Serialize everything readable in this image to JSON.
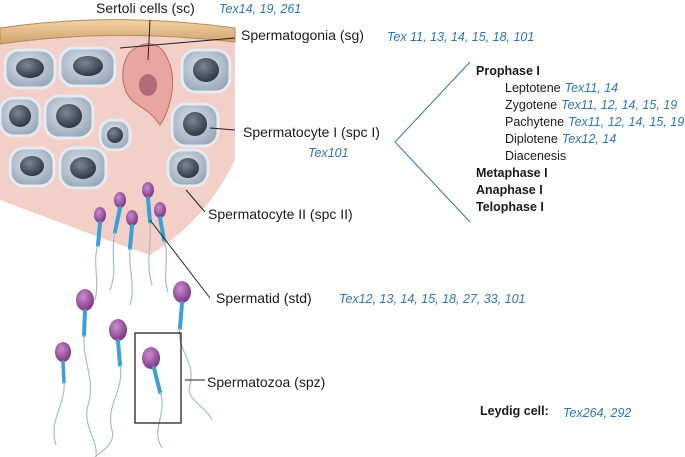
{
  "labels": {
    "sertoli": {
      "name": "Sertoli cells (sc)",
      "genes": "Tex14, 19, 261"
    },
    "spermatogonia": {
      "name": "Spermatogonia (sg)",
      "genes": "Tex 11,  13, 14, 15, 18, 101"
    },
    "spermatocyte1": {
      "name": "Spermatocyte I (spc I)",
      "genes": "Tex101"
    },
    "spermatocyte2": {
      "name": "Spermatocyte II (spc II)"
    },
    "spermatid": {
      "name": "Spermatid (std)",
      "genes": "Tex12, 13, 14, 15, 18, 27, 33, 101"
    },
    "spermatozoa": {
      "name": "Spermatozoa (spz)"
    },
    "leydig": {
      "name": "Leydig cell:",
      "genes": "Tex264, 292"
    }
  },
  "meiosis": {
    "prophase": "Prophase I",
    "substages": [
      {
        "name": "Leptotene",
        "genes": "Tex11, 14"
      },
      {
        "name": "Zygotene",
        "genes": "Tex11, 12, 14, 15, 19"
      },
      {
        "name": "Pachytene",
        "genes": "Tex11, 12, 14,  15, 19"
      },
      {
        "name": "Diplotene",
        "genes": "Tex12, 14"
      },
      {
        "name": "Diacenesis",
        "genes": ""
      }
    ],
    "metaphase": "Metaphase I",
    "anaphase": "Anaphase I",
    "telophase": "Telophase I"
  },
  "colors": {
    "tissue": "#f0c8c0",
    "basement": "#e6b987",
    "cell_fill": "#b8c4d2",
    "cell_border": "#d8e0e8",
    "nucleus": "#4a5566",
    "sperm_head": "#9b4f9e",
    "sperm_mid": "#3aa0d8",
    "gene_text": "#2e75b6",
    "bracket": "#2e75b6"
  }
}
